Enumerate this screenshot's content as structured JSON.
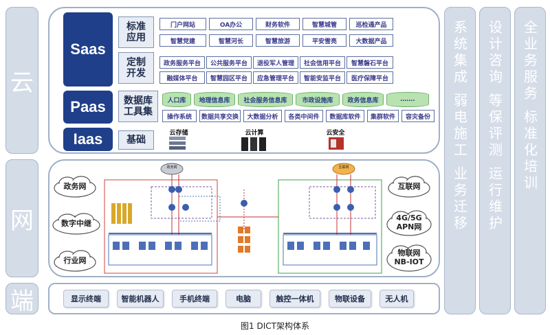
{
  "left_labels": {
    "cloud": "云",
    "network": "网",
    "terminal": "端"
  },
  "tiers": {
    "saas": "Saas",
    "paas": "Paas",
    "iaas": "Iaas"
  },
  "tier_labels": {
    "standard_apps": "标准\n应用",
    "custom_dev": "定制\n开发",
    "db_toolset": "数据库\n工具集",
    "basic": "基础"
  },
  "standard_apps": [
    "门户网站",
    "OA办公",
    "财务软件",
    "智慧城管",
    "巡检通产品",
    "智慧党建",
    "智慧河长",
    "智慧旅游",
    "平安雪亮",
    "大数据产品"
  ],
  "custom_dev": [
    "政务服务平台",
    "公共服务平台",
    "退役军人管理",
    "社会信用平台",
    "智慧磐石平台",
    "融媒体平台",
    "智慧园区平台",
    "应急管理平台",
    "智能安监平台",
    "医疗保障平台"
  ],
  "databases": [
    "人口库",
    "地理信息库",
    "社会服务信息库",
    "市政设施库",
    "政务信息库",
    "……."
  ],
  "tools": [
    "操作系统",
    "数据共享交换",
    "大数据分析",
    "各类中间件",
    "数据库软件",
    "集群软件",
    "容灾备份"
  ],
  "infra": [
    "云存储",
    "云计算",
    "云安全"
  ],
  "networks_left": [
    "政务网",
    "数字中继",
    "行业网"
  ],
  "networks_right": [
    "互联网",
    "4G/5G\nAPN网",
    "物联网\nNB-IOT"
  ],
  "net_center_labels": {
    "left_cloud": "政务网",
    "right_cloud": "互联网"
  },
  "terminals": [
    "显示终端",
    "智能机器人",
    "手机终端",
    "电脑",
    "触控一体机",
    "物联设备",
    "无人机"
  ],
  "right_columns": [
    {
      "text": "系统集成  弱电施工  业务迁移"
    },
    {
      "text": "设计咨询  等保评测  运行维护"
    },
    {
      "text": "全业务服务  标准化培训"
    }
  ],
  "caption": "图1  DICT架构体系",
  "colors": {
    "dark_blue": "#1f3f8a",
    "side_bg": "#d4dce8",
    "db_green": "#b8e3b0",
    "chip_text": "#3b3a8c"
  }
}
